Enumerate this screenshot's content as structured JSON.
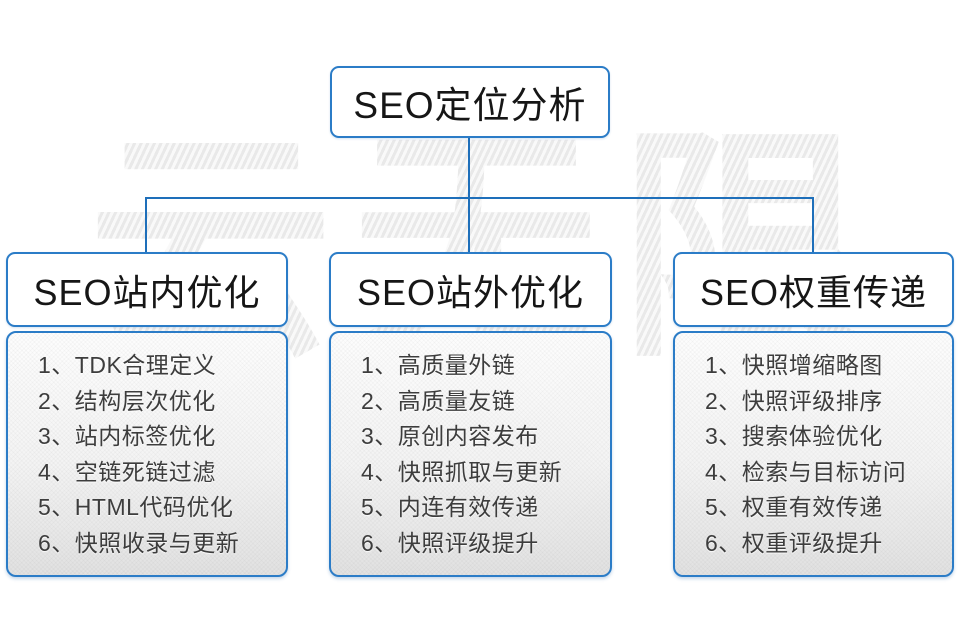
{
  "diagram": {
    "watermark": "云无限",
    "root": {
      "title": "SEO定位分析"
    },
    "columns": [
      {
        "title": "SEO站内优化",
        "items": [
          "1、TDK合理定义",
          "2、结构层次优化",
          "3、站内标签优化",
          "4、空链死链过滤",
          "5、HTML代码优化",
          "6、快照收录与更新"
        ]
      },
      {
        "title": "SEO站外优化",
        "items": [
          "1、高质量外链",
          "2、高质量友链",
          "3、原创内容发布",
          "4、快照抓取与更新",
          "5、内连有效传递",
          "6、快照评级提升"
        ]
      },
      {
        "title": "SEO权重传递",
        "items": [
          "1、快照增缩略图",
          "2、快照评级排序",
          "3、搜索体验优化",
          "4、检索与目标访问",
          "5、权重有效传递",
          "6、权重评级提升"
        ]
      }
    ],
    "colors": {
      "connector_blue": "#1e6fba",
      "border_blue": "#2b7cc7",
      "watermark_gray": "#ebebeb",
      "list_text": "#3d3d3d"
    }
  }
}
